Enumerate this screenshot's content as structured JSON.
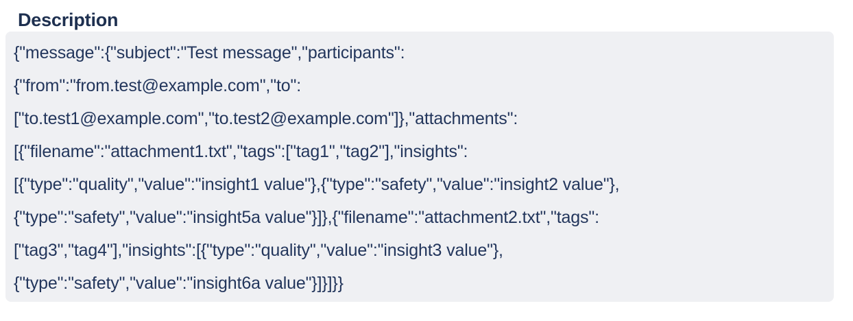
{
  "section": {
    "heading": "Description",
    "panel_background": "#eff0f3",
    "text_color": "#23365c",
    "heading_color": "#1e3050"
  },
  "description": {
    "lines": [
      "{\"message\":{\"subject\":\"Test message\",\"participants\":",
      "{\"from\":\"from.test@example.com\",\"to\":",
      "[\"to.test1@example.com\",\"to.test2@example.com\"]},\"attachments\":",
      "[{\"filename\":\"attachment1.txt\",\"tags\":[\"tag1\",\"tag2\"],\"insights\":",
      "[{\"type\":\"quality\",\"value\":\"insight1 value\"},{\"type\":\"safety\",\"value\":\"insight2 value\"},",
      "{\"type\":\"safety\",\"value\":\"insight5a value\"}]},{\"filename\":\"attachment2.txt\",\"tags\":",
      "[\"tag3\",\"tag4\"],\"insights\":[{\"type\":\"quality\",\"value\":\"insight3 value\"},",
      "{\"type\":\"safety\",\"value\":\"insight6a value\"}]}]}}"
    ]
  }
}
